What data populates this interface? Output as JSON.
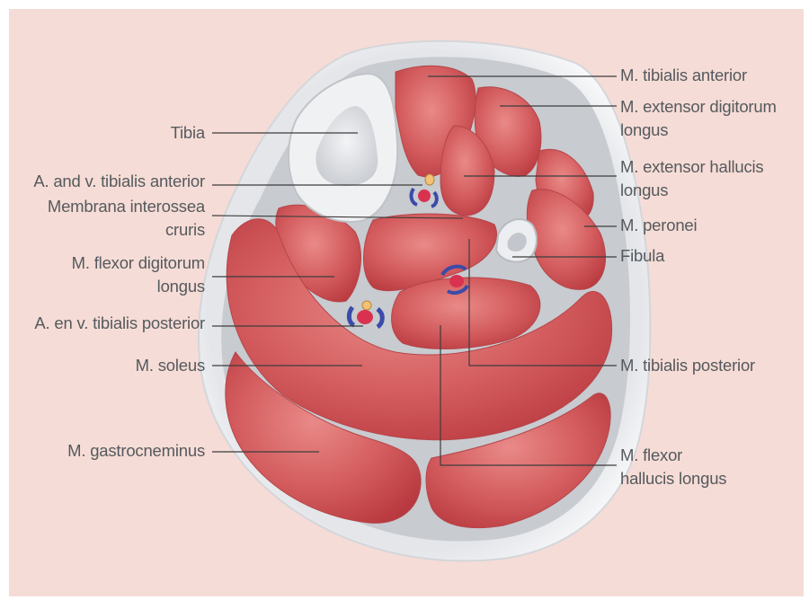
{
  "labels_left": {
    "tibia": "Tibia",
    "a_v_tibialis_anterior": "A. and v. tibialis anterior",
    "membrana_interossea_1": "Membrana interossea",
    "membrana_interossea_2": "cruris",
    "flexor_digitorum_1": "M. flexor digitorum",
    "flexor_digitorum_2": "longus",
    "a_v_tibialis_posterior": "A. en v. tibialis posterior",
    "soleus": "M. soleus",
    "gastrocneminus": "M. gastrocneminus"
  },
  "labels_right": {
    "tibialis_anterior": "M. tibialis anterior",
    "extensor_digitorum_1": "M. extensor digitorum",
    "extensor_digitorum_2": "longus",
    "extensor_hallucis_1": "M. extensor hallucis",
    "extensor_hallucis_2": "longus",
    "peronei": "M. peronei",
    "fibula": "Fibula",
    "tibialis_posterior": "M. tibialis posterior",
    "flexor_hallucis_1": "M. flexor",
    "flexor_hallucis_2": "hallucis longus"
  },
  "colors": {
    "background": "#f6dcd6",
    "muscle": "#d2585c",
    "skin": "#e9ebee",
    "bone": "#e4e6e9",
    "artery": "#d9324f",
    "vein": "#3b4ba8",
    "leader_line": "#3d3d3d",
    "label_text": "#555a5e"
  }
}
